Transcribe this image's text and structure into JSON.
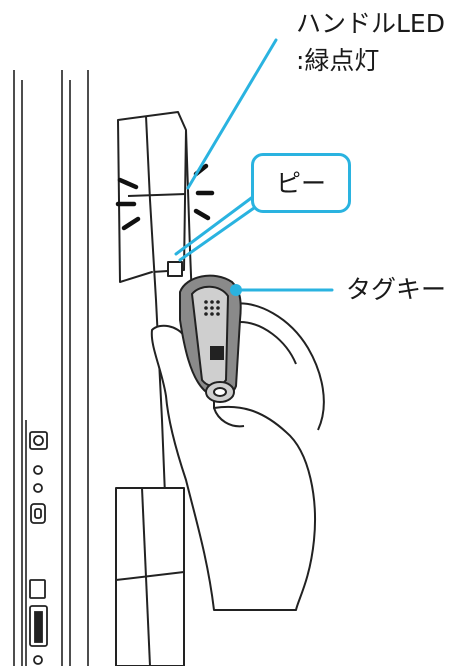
{
  "labels": {
    "handle_led_line1": "ハンドルLED",
    "handle_led_line2": ":緑点灯",
    "beep": "ピー",
    "tag_key": "タグキー"
  },
  "colors": {
    "accent": "#2ab3e0",
    "ink": "#1a1a1a",
    "key_fill": "#8a8a8a"
  },
  "icons": [
    "led-glow-icon",
    "key-fob-icon",
    "hand-icon"
  ]
}
